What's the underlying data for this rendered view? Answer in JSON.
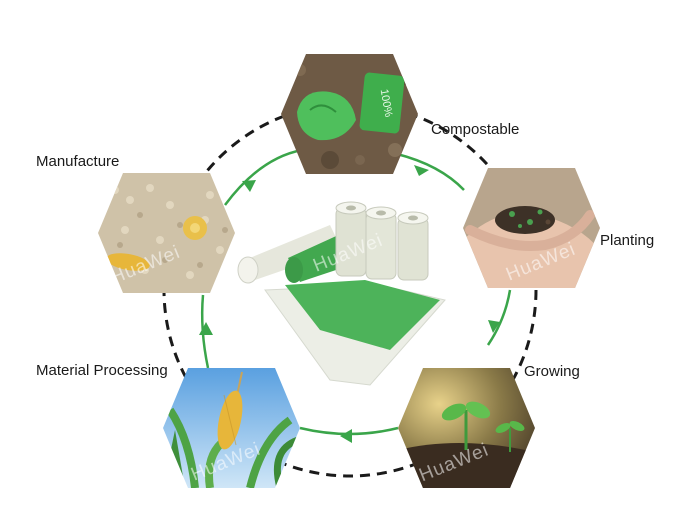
{
  "watermark": "HuaWei",
  "stages": {
    "compostable": {
      "label": "Compostable",
      "bag_text": "100%"
    },
    "planting": {
      "label": "Planting"
    },
    "growing": {
      "label": "Growing"
    },
    "material_processing": {
      "label": "Material Processing"
    },
    "manufacture": {
      "label": "Manufacture"
    }
  },
  "colors": {
    "cycle_arrow": "#3aa54a",
    "dashed_ring": "#1a1a1a",
    "bag_green": "#4db35a",
    "bag_white": "#e9ecdf",
    "soil": "#6e5a45",
    "corn": "#e7b63a",
    "sky": "#7db7e8"
  }
}
